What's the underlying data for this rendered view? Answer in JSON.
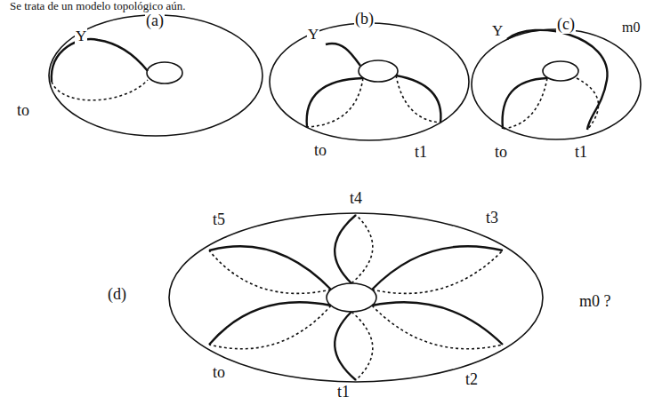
{
  "diagram": {
    "labels": [
      "Se trata de un modelo topológico aún.",
      "(a)",
      "(b)",
      "(c)",
      "Y",
      "to",
      "Y",
      "to",
      "t1",
      "Y",
      "to",
      "t1",
      "m0",
      "(d)",
      "t5",
      "t4",
      "t3",
      "m0 ?",
      "to",
      "t1",
      "t2"
    ]
  }
}
